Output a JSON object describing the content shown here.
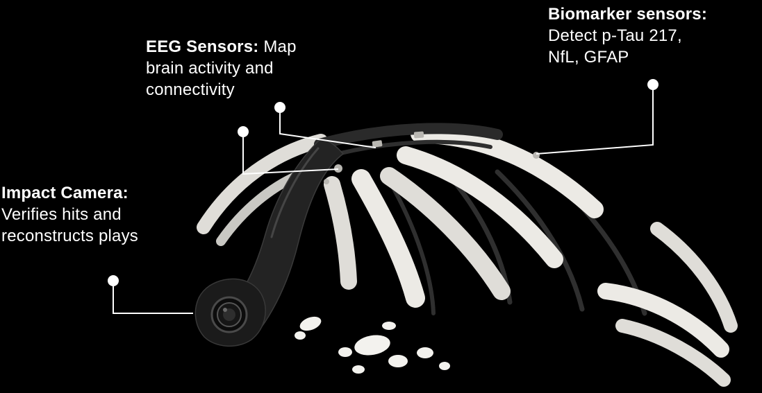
{
  "colors": {
    "background": "#000000",
    "text": "#ffffff",
    "leader": "#ffffff",
    "rib-light": "#eceae5",
    "rib-mid": "#dfddd8",
    "rib-shadow": "#c9c8c3",
    "frame-dark": "#2f2f2f",
    "spine": "#2a2a2a",
    "carbon": "#232323",
    "lens-dark": "#0c0c0c",
    "sensor-pad": "#b9b7b2",
    "splatter": "#f3f2ee"
  },
  "callouts": {
    "eeg": {
      "title": "EEG Sensors:",
      "desc": "Map brain activity and connectivity"
    },
    "biomarker": {
      "title": "Biomarker sensors:",
      "desc": "Detect p-Tau 217, NfL, GFAP"
    },
    "camera": {
      "title": "Impact Camera:",
      "desc": "Verifies hits and reconstructs plays"
    }
  }
}
